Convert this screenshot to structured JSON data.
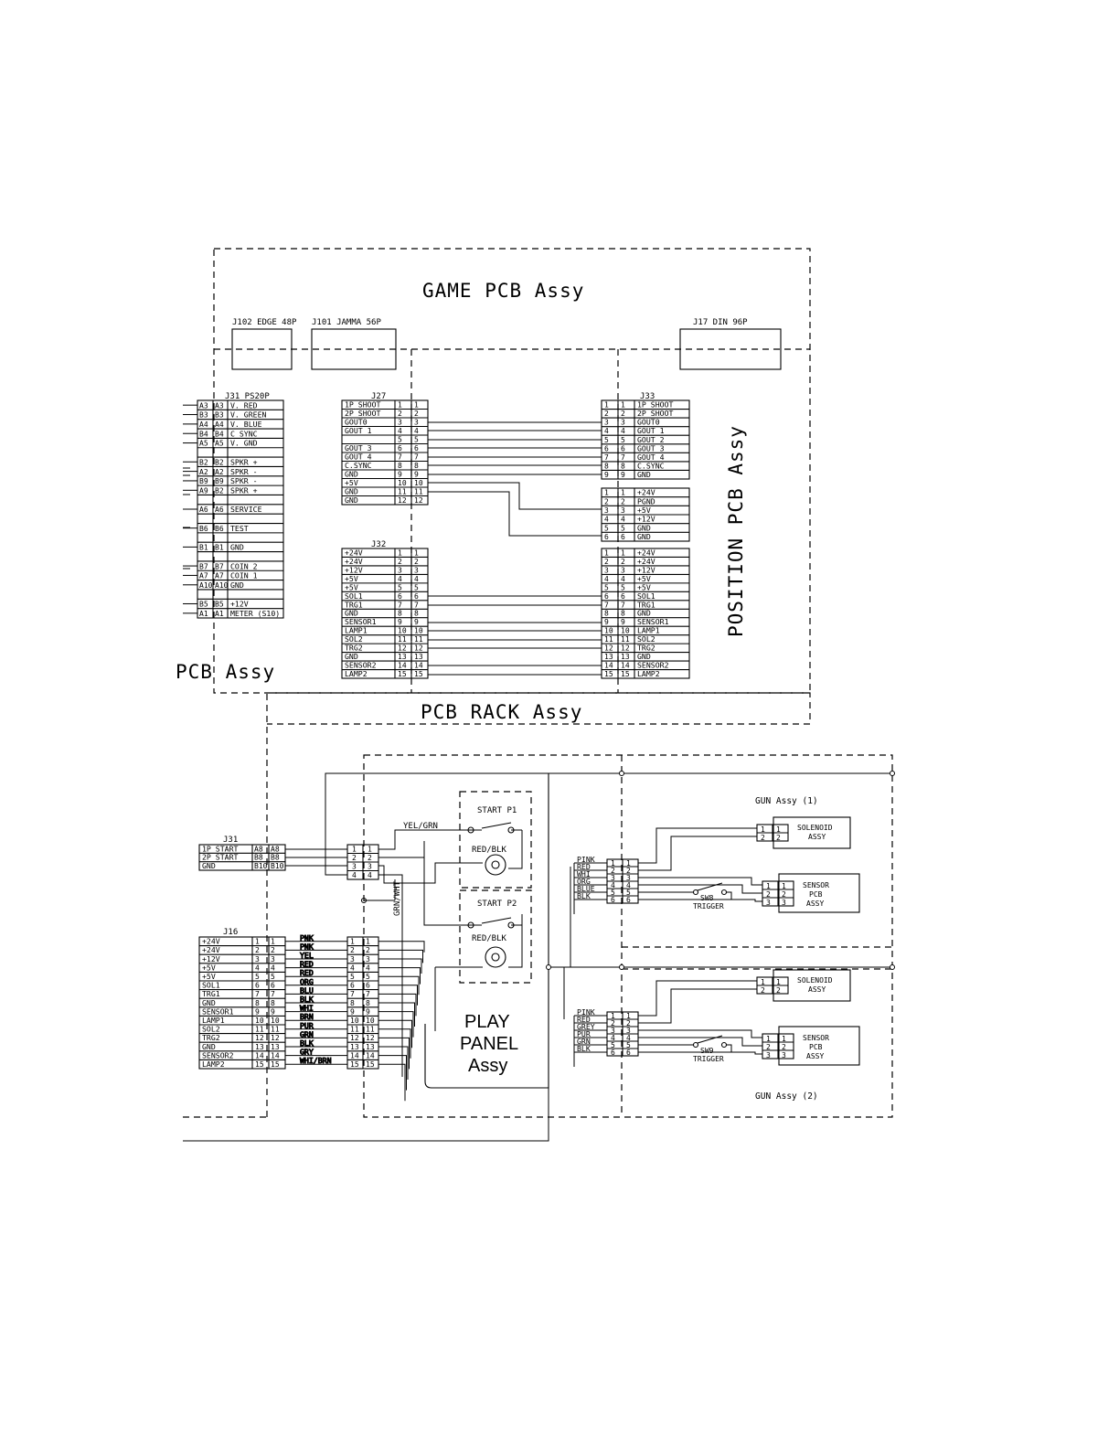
{
  "assemblies": {
    "game_pcb": "GAME PCB Assy",
    "position_pcb": "POSITION PCB Assy",
    "io_pcb_partial": "PCB Assy",
    "pcb_rack": "PCB RACK Assy",
    "play_panel": [
      "PLAY",
      "PANEL",
      "Assy"
    ],
    "gun1": "GUN Assy (1)",
    "gun2": "GUN Assy (2)"
  },
  "game_pcb_connectors": [
    "J102 EDGE 48P",
    "J101 JAMMA 56P",
    "J17 DIN 96P"
  ],
  "j31": {
    "title": "J31 PS20P",
    "rows": [
      {
        "a": "A3",
        "b": "A3",
        "s": "V. RED"
      },
      {
        "a": "B3",
        "b": "B3",
        "s": "V. GREEN"
      },
      {
        "a": "A4",
        "b": "A4",
        "s": "V. BLUE"
      },
      {
        "a": "B4",
        "b": "B4",
        "s": "C SYNC"
      },
      {
        "a": "A5",
        "b": "A5",
        "s": "V. GND"
      },
      {
        "a": "",
        "b": "",
        "s": ""
      },
      {
        "a": "B2",
        "b": "B2",
        "s": "SPKR +"
      },
      {
        "a": "A2",
        "b": "A2",
        "s": "SPKR -"
      },
      {
        "a": "B9",
        "b": "B9",
        "s": "SPKR -"
      },
      {
        "a": "A9",
        "b": "B2",
        "s": "SPKR +"
      },
      {
        "a": "",
        "b": "",
        "s": ""
      },
      {
        "a": "A6",
        "b": "A6",
        "s": "SERVICE"
      },
      {
        "a": "",
        "b": "",
        "s": ""
      },
      {
        "a": "B6",
        "b": "B6",
        "s": "TEST"
      },
      {
        "a": "",
        "b": "",
        "s": ""
      },
      {
        "a": "B1",
        "b": "B1",
        "s": "GND"
      },
      {
        "a": "",
        "b": "",
        "s": ""
      },
      {
        "a": "B7",
        "b": "B7",
        "s": "COIN 2"
      },
      {
        "a": "A7",
        "b": "A7",
        "s": "COIN 1"
      },
      {
        "a": "A10",
        "b": "A10",
        "s": "GND"
      },
      {
        "a": "",
        "b": "",
        "s": ""
      },
      {
        "a": "B5",
        "b": "B5",
        "s": "+12V"
      },
      {
        "a": "A1",
        "b": "A1",
        "s": "METER (S10)"
      }
    ]
  },
  "j27": {
    "title": "J27",
    "rows": [
      {
        "s": "1P SHOOT",
        "n": "1"
      },
      {
        "s": "2P SHOOT",
        "n": "2"
      },
      {
        "s": "GOUT0",
        "n": "3"
      },
      {
        "s": "GOUT 1",
        "n": "4"
      },
      {
        "s": "",
        "n": "5"
      },
      {
        "s": "GOUT 3",
        "n": "6"
      },
      {
        "s": "GOUT 4",
        "n": "7"
      },
      {
        "s": "C.SYNC",
        "n": "8"
      },
      {
        "s": "GND",
        "n": "9"
      },
      {
        "s": "+5V",
        "n": "10"
      },
      {
        "s": "GND",
        "n": "11"
      },
      {
        "s": "GND",
        "n": "12"
      }
    ]
  },
  "j32": {
    "title": "J32",
    "rows": [
      {
        "s": "+24V",
        "n": "1"
      },
      {
        "s": "+24V",
        "n": "2"
      },
      {
        "s": "+12V",
        "n": "3"
      },
      {
        "s": "+5V",
        "n": "4"
      },
      {
        "s": "+5V",
        "n": "5"
      },
      {
        "s": "SOL1",
        "n": "6"
      },
      {
        "s": "TRG1",
        "n": "7"
      },
      {
        "s": "GND",
        "n": "8"
      },
      {
        "s": "SENSOR1",
        "n": "9"
      },
      {
        "s": "LAMP1",
        "n": "10"
      },
      {
        "s": "SOL2",
        "n": "11"
      },
      {
        "s": "TRG2",
        "n": "12"
      },
      {
        "s": "GND",
        "n": "13"
      },
      {
        "s": "SENSOR2",
        "n": "14"
      },
      {
        "s": "LAMP2",
        "n": "15"
      }
    ]
  },
  "j33": {
    "title": "J33",
    "rows": [
      {
        "n": "1",
        "s": "1P SHOOT"
      },
      {
        "n": "2",
        "s": "2P SHOOT"
      },
      {
        "n": "3",
        "s": "GOUT0"
      },
      {
        "n": "4",
        "s": "GOUT 1"
      },
      {
        "n": "5",
        "s": "GOUT 2"
      },
      {
        "n": "6",
        "s": "GOUT 3"
      },
      {
        "n": "7",
        "s": "GOUT 4"
      },
      {
        "n": "8",
        "s": "C.SYNC"
      },
      {
        "n": "9",
        "s": "GND"
      }
    ]
  },
  "pos_power": {
    "rows": [
      {
        "n": "1",
        "s": "+24V"
      },
      {
        "n": "2",
        "s": "PGND"
      },
      {
        "n": "3",
        "s": "+5V"
      },
      {
        "n": "4",
        "s": "+12V"
      },
      {
        "n": "5",
        "s": "GND"
      },
      {
        "n": "6",
        "s": "GND"
      }
    ]
  },
  "pos_j32": {
    "rows": [
      {
        "n": "1",
        "s": "+24V"
      },
      {
        "n": "2",
        "s": "+24V"
      },
      {
        "n": "3",
        "s": "+12V"
      },
      {
        "n": "4",
        "s": "+5V"
      },
      {
        "n": "5",
        "s": "+5V"
      },
      {
        "n": "6",
        "s": "SOL1"
      },
      {
        "n": "7",
        "s": "TRG1"
      },
      {
        "n": "8",
        "s": "GND"
      },
      {
        "n": "9",
        "s": "SENSOR1"
      },
      {
        "n": "10",
        "s": "LAMP1"
      },
      {
        "n": "11",
        "s": "SOL2"
      },
      {
        "n": "12",
        "s": "TRG2"
      },
      {
        "n": "13",
        "s": "GND"
      },
      {
        "n": "14",
        "s": "SENSOR2"
      },
      {
        "n": "15",
        "s": "LAMP2"
      }
    ]
  },
  "j31_start": {
    "title": "J31",
    "rows": [
      {
        "s": "1P START",
        "a": "A8",
        "b": "A8"
      },
      {
        "s": "2P START",
        "a": "B8",
        "b": "B8"
      },
      {
        "s": "GND",
        "a": "B10",
        "b": "B10"
      }
    ],
    "pins": [
      "1",
      "2",
      "3",
      "4"
    ]
  },
  "j16": {
    "title": "J16",
    "rows": [
      {
        "s": "+24V",
        "n": "1",
        "c": "PNK"
      },
      {
        "s": "+24V",
        "n": "2",
        "c": "PNK"
      },
      {
        "s": "+12V",
        "n": "3",
        "c": "YEL"
      },
      {
        "s": "+5V",
        "n": "4",
        "c": "RED"
      },
      {
        "s": "+5V",
        "n": "5",
        "c": "RED"
      },
      {
        "s": "SOL1",
        "n": "6",
        "c": "ORG"
      },
      {
        "s": "TRG1",
        "n": "7",
        "c": "BLU"
      },
      {
        "s": "GND",
        "n": "8",
        "c": "BLK"
      },
      {
        "s": "SENSOR1",
        "n": "9",
        "c": "WHI"
      },
      {
        "s": "LAMP1",
        "n": "10",
        "c": "BRN"
      },
      {
        "s": "SOL2",
        "n": "11",
        "c": "PUR"
      },
      {
        "s": "TRG2",
        "n": "12",
        "c": "GRN"
      },
      {
        "s": "GND",
        "n": "13",
        "c": "BLK"
      },
      {
        "s": "SENSOR2",
        "n": "14",
        "c": "GRY"
      },
      {
        "s": "LAMP2",
        "n": "15",
        "c": "WHI/BRN"
      }
    ]
  },
  "play_panel": {
    "yel_grn": "YEL/GRN",
    "grn_wht": "GRN/WHT",
    "start_p1": "START P1",
    "start_p2": "START P2",
    "red_blk": "RED/BLK"
  },
  "gun1": {
    "wires": [
      "PINK",
      "RED",
      "WHI",
      "ORG",
      "BLUE",
      "BLK"
    ],
    "pins": [
      "1",
      "2",
      "3",
      "4",
      "5",
      "6"
    ],
    "solenoid": [
      "SOLENOID",
      "ASSY"
    ],
    "sensor": [
      "SENSOR",
      "PCB",
      "ASSY"
    ],
    "switch": "SW8",
    "trigger": "TRIGGER"
  },
  "gun2": {
    "wires": [
      "PINK",
      "RED",
      "GREY",
      "PUR",
      "GRN",
      "BLK"
    ],
    "pins": [
      "1",
      "2",
      "3",
      "4",
      "5",
      "6"
    ],
    "solenoid": [
      "SOLENOID",
      "ASSY"
    ],
    "sensor": [
      "SENSOR",
      "PCB",
      "ASSY"
    ],
    "switch": "SW9",
    "trigger": "TRIGGER"
  }
}
